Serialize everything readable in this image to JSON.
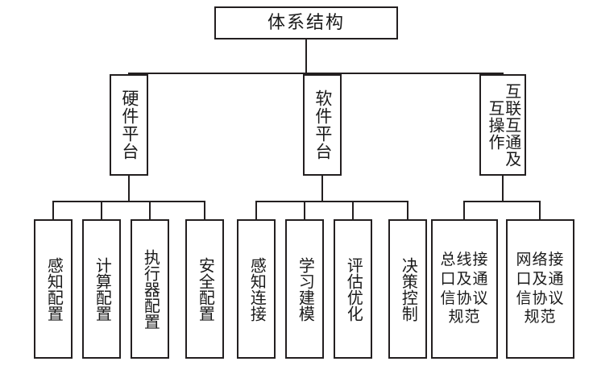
{
  "diagram": {
    "type": "tree",
    "title_node": "体系结构",
    "orientation": "top-down",
    "line_color": "#231f20",
    "background_color": "#ffffff",
    "levels": 3
  },
  "root": {
    "label": "体系结构"
  },
  "branches": [
    {
      "id": "hardware-platform",
      "label": "硬件平台",
      "children": [
        {
          "id": "perception-config",
          "label": "感知配置"
        },
        {
          "id": "compute-config",
          "label": "计算配置"
        },
        {
          "id": "actuator-config",
          "label": "执行器配置"
        },
        {
          "id": "security-config",
          "label": "安全配置"
        }
      ]
    },
    {
      "id": "software-platform",
      "label": "软件平台",
      "children": [
        {
          "id": "perception-connection",
          "label": "感知连接"
        },
        {
          "id": "learning-modeling",
          "label": "学习建模"
        },
        {
          "id": "evaluation-optimization",
          "label": "评估优化"
        },
        {
          "id": "decision-control",
          "label": "决策控制"
        }
      ]
    },
    {
      "id": "interconnection-interoperability",
      "label": "互联互通及互操作",
      "children": [
        {
          "id": "bus-interface-protocol-spec",
          "label": "总线接口及通信协议规范"
        },
        {
          "id": "network-interface-protocol-spec",
          "label": "网络接口及通信协议规范"
        }
      ]
    }
  ]
}
